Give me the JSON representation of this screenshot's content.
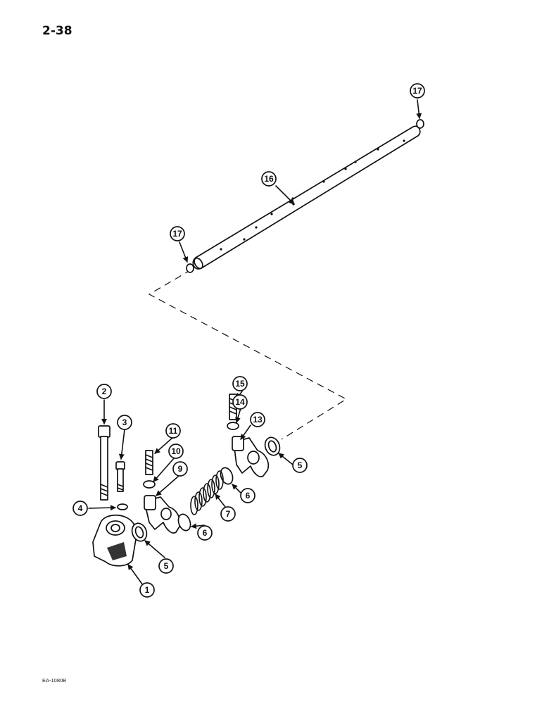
{
  "page": {
    "number": "2-38",
    "figure_code": "EA-1080B"
  },
  "callouts": [
    {
      "id": "c1",
      "label": "1"
    },
    {
      "id": "c2",
      "label": "2"
    },
    {
      "id": "c3",
      "label": "3"
    },
    {
      "id": "c4",
      "label": "4"
    },
    {
      "id": "c5a",
      "label": "5"
    },
    {
      "id": "c5b",
      "label": "5"
    },
    {
      "id": "c6a",
      "label": "6"
    },
    {
      "id": "c6b",
      "label": "6"
    },
    {
      "id": "c7",
      "label": "7"
    },
    {
      "id": "c9",
      "label": "9"
    },
    {
      "id": "c10",
      "label": "10"
    },
    {
      "id": "c11",
      "label": "11"
    },
    {
      "id": "c13",
      "label": "13"
    },
    {
      "id": "c14",
      "label": "14"
    },
    {
      "id": "c15",
      "label": "15"
    },
    {
      "id": "c16",
      "label": "16"
    },
    {
      "id": "c17a",
      "label": "17"
    },
    {
      "id": "c17b",
      "label": "17"
    }
  ]
}
